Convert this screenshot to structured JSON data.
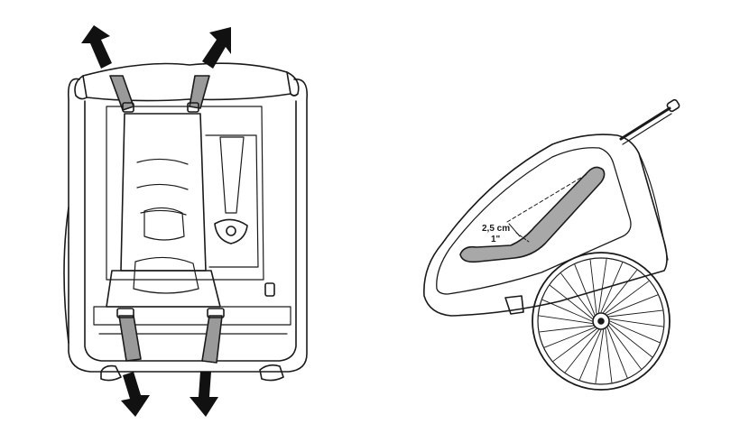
{
  "figure": {
    "left_panel": {
      "name": "trailer-interior-top-view",
      "arrows": [
        "pull-up-left",
        "pull-up-right",
        "pull-down-left",
        "pull-down-right"
      ]
    },
    "right_panel": {
      "name": "trailer-side-view",
      "measurement": {
        "metric": "2,5 cm",
        "imperial": "1\""
      }
    }
  },
  "colors": {
    "line": "#1a1a1a",
    "strap_fill": "#9a9a9a",
    "pad_fill": "#a8a8a8",
    "arrow_fill": "#111111",
    "background": "#ffffff"
  }
}
